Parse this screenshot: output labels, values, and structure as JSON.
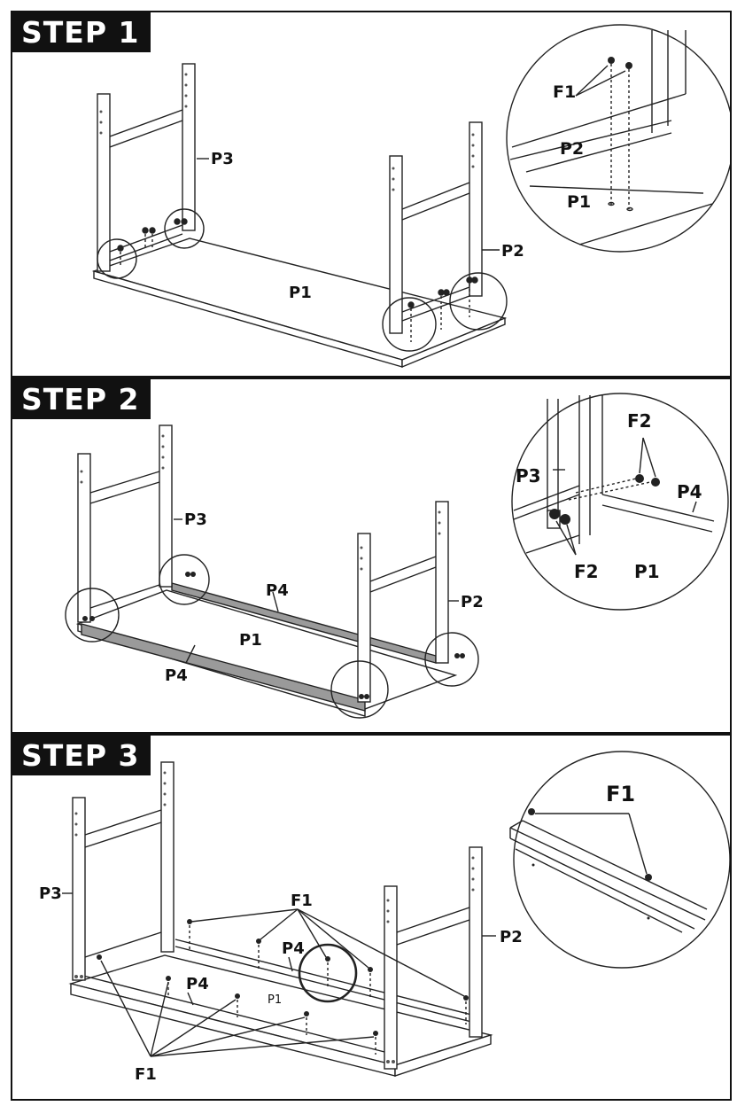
{
  "steps": [
    {
      "title": "STEP 1",
      "labels": {
        "p3": "P3",
        "p2": "P2",
        "p1": "P1"
      },
      "detail": {
        "f1": "F1",
        "p2": "P2",
        "p1": "P1"
      }
    },
    {
      "title": "STEP 2",
      "labels": {
        "p3": "P3",
        "p2": "P2",
        "p4_back": "P4",
        "p1": "P1",
        "p4_front": "P4"
      },
      "detail": {
        "f2_top": "F2",
        "p3": "P3",
        "p4": "P4",
        "f2_bottom": "F2",
        "p1": "P1"
      }
    },
    {
      "title": "STEP 3",
      "labels": {
        "p3": "P3",
        "p2": "P2",
        "f1_top": "F1",
        "p4_back": "P4",
        "p4_front": "P4",
        "p1": "P1",
        "f1_bottom": "F1"
      },
      "detail": {
        "f1": "F1"
      }
    }
  ]
}
